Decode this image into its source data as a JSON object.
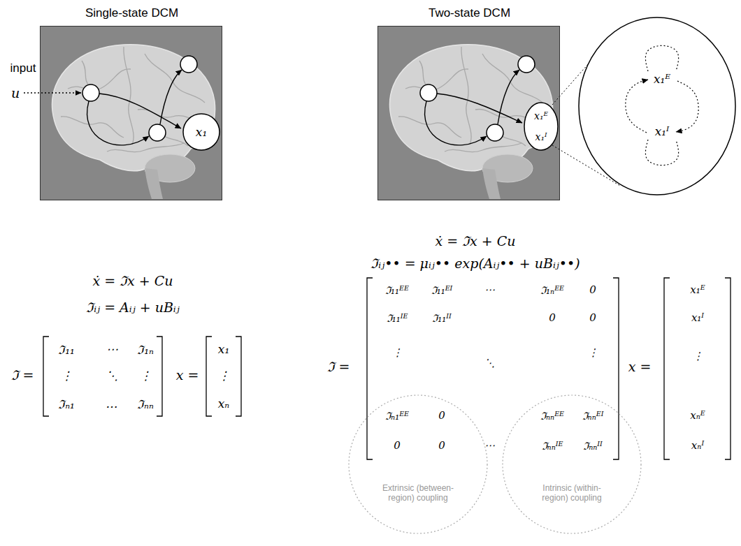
{
  "diagram": {
    "nodes": [
      {
        "text": [
          "Single-state DCM"
        ]
      },
      {
        "text": [
          "x₁"
        ],
        "in": 0
      },
      {
        "text": [
          "Two-state DCM"
        ]
      },
      {
        "text": [
          "x₁ᴱ",
          "x₁ᴵ"
        ],
        "in": 2
      },
      {
        "text": [
          "x₁ᴱ",
          "x₁ᴵ"
        ]
      },
      {
        "text": [
          "Extrinsic (between-region) coupling"
        ]
      },
      {
        "text": [
          "Intrinsic (within-region) coupling"
        ]
      }
    ],
    "labels": [
      "input",
      "u",
      "ẋ = ℑx + Cu",
      "ℑᵢⱼ = Aᵢⱼ + uBᵢⱼ",
      "ℑ =",
      "ℑ₁₁",
      "⋯",
      "ℑ₁ₙ",
      "⋮",
      "⋱",
      "⋮",
      "ℑₙ₁",
      "…",
      "ℑₙₙ",
      "x =",
      "x₁",
      "⋮",
      "xₙ",
      "ẋ = ℑx + Cu",
      "ℑᵢⱼ•• = μᵢⱼ•• exp(Aᵢⱼ•• + uBᵢⱼ••)",
      "ℑ =",
      "ℑ₁₁ᴱᴱ",
      "ℑ₁₁ᴱᴵ",
      "⋯",
      "ℑ₁ₙᴱᴱ",
      "0",
      "ℑ₁₁ᴵᴱ",
      "ℑ₁₁ᴵᴵ",
      "0",
      "0",
      "⋮",
      "⋱",
      "⋮",
      "ℑₙ₁ᴱᴱ",
      "0",
      "ℑₙₙᴱᴱ",
      "ℑₙₙᴱᴵ",
      "0",
      "0",
      "⋯",
      "ℑₙₙᴵᴱ",
      "ℑₙₙᴵᴵ",
      "x =",
      "x₁ᴱ",
      "x₁ᴵ",
      "⋮",
      "xₙᴱ",
      "xₙᴵ"
    ]
  }
}
